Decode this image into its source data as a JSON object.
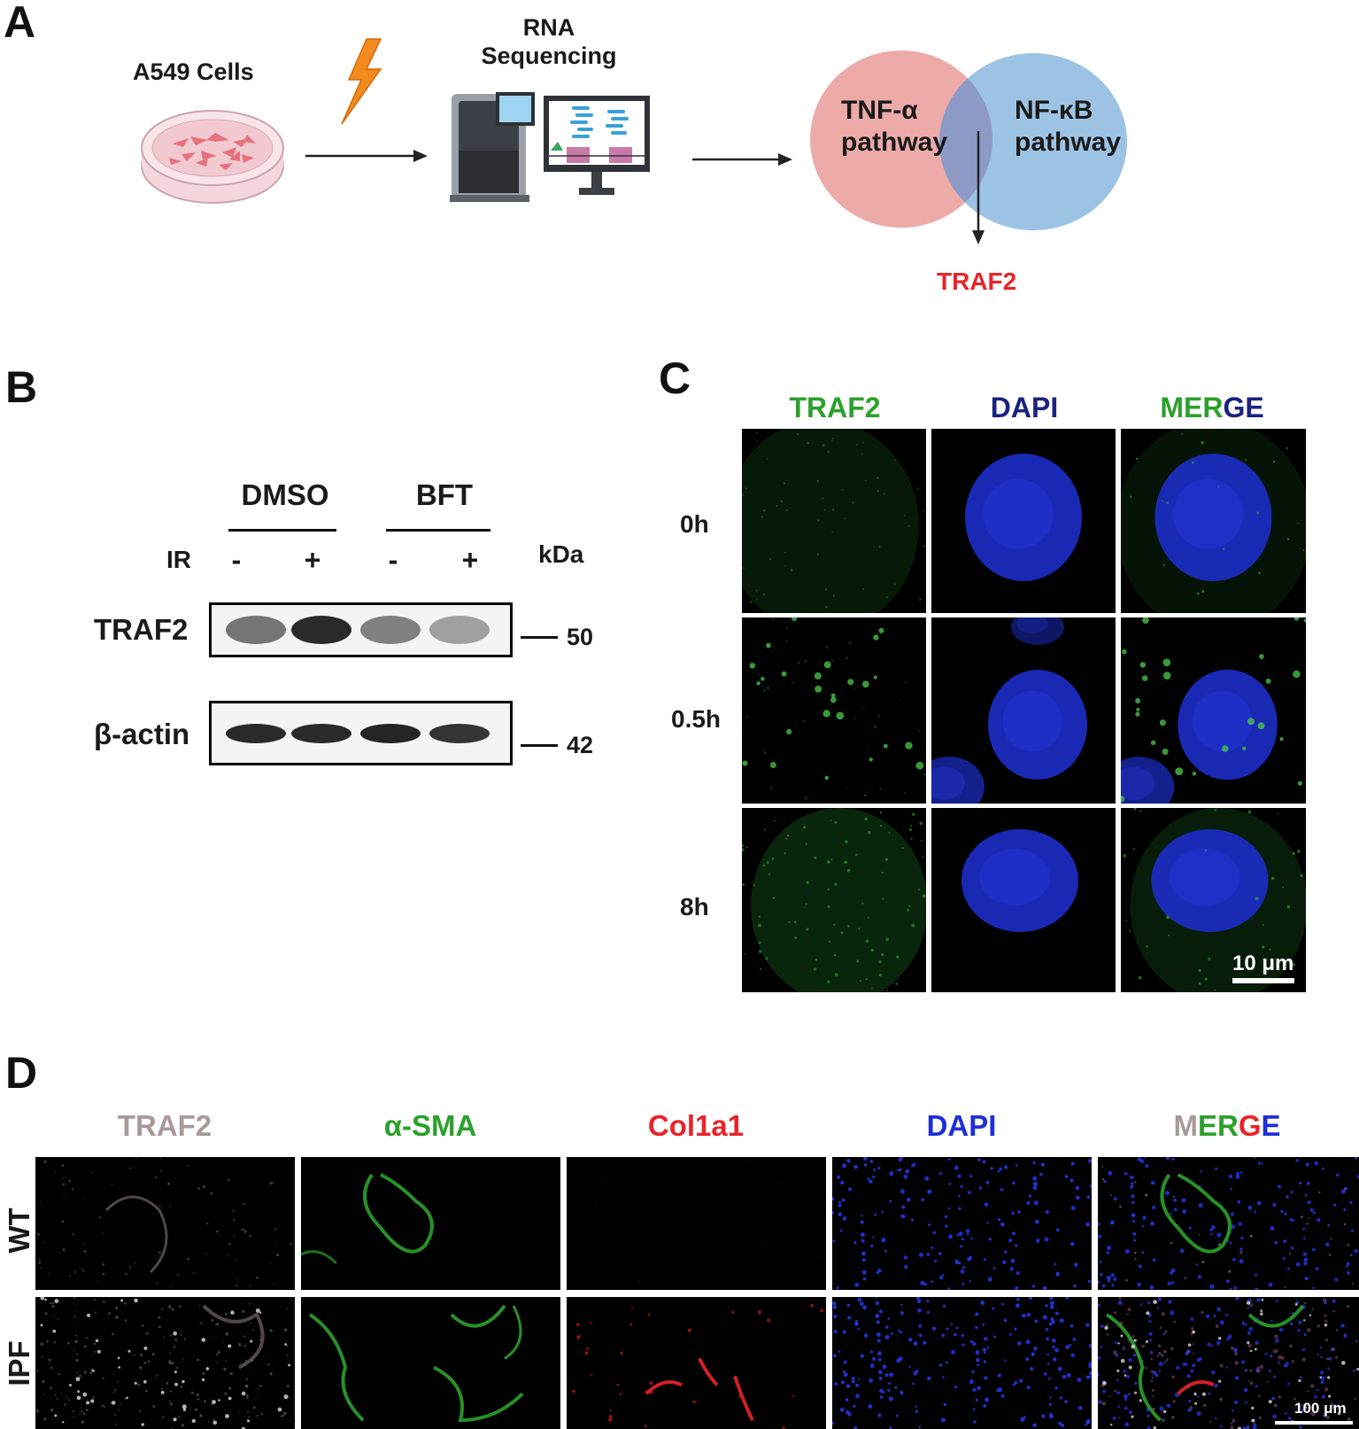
{
  "panel_labels": {
    "a": "A",
    "b": "B",
    "c": "C",
    "d": "D"
  },
  "panel_a": {
    "cells_label": "A549 Cells",
    "sequencing_label_line1": "RNA",
    "sequencing_label_line2": "Sequencing",
    "venn_left_line1": "TNF-α",
    "venn_left_line2": "pathway",
    "venn_right_line1": "NF-κB",
    "venn_right_line2": "pathway",
    "result_gene": "TRAF2",
    "colors": {
      "venn_left": "#ecaaa8",
      "venn_right": "#9dc3e4",
      "overlap": "#8aa0c8",
      "result": "#e8242a",
      "bolt": "#f28a1e"
    }
  },
  "panel_b": {
    "group1": "DMSO",
    "group2": "BFT",
    "ir_label": "IR",
    "ir_signs": [
      "-",
      "+",
      "-",
      "+"
    ],
    "kda_label": "kDa",
    "row1_label": "TRAF2",
    "row2_label": "β-actin",
    "marker1": "50",
    "marker2": "42",
    "traf2_band_intensity": [
      0.55,
      0.9,
      0.5,
      0.35
    ],
    "actin_band_intensity": [
      0.9,
      0.9,
      0.92,
      0.85
    ]
  },
  "panel_c": {
    "col1": "TRAF2",
    "col2": "DAPI",
    "col3_part1": "MER",
    "col3_part2": "GE",
    "rows": [
      "0h",
      "0.5h",
      "8h"
    ],
    "scale_bar": "10 μm",
    "colors": {
      "traf2": "#2ca02c",
      "dapi": "#1a237e"
    }
  },
  "panel_d": {
    "col1": "TRAF2",
    "col2": "α-SMA",
    "col3": "Col1a1",
    "col4": "DAPI",
    "merge_parts": [
      "M",
      "E",
      "R",
      "G",
      "E"
    ],
    "rows": [
      "WT",
      "IPF"
    ],
    "scale_bar": "100 μm",
    "colors": {
      "traf2": "#a89a98",
      "sma": "#2ca02c",
      "col1a1": "#e8242a",
      "dapi": "#1f2fd6"
    }
  }
}
